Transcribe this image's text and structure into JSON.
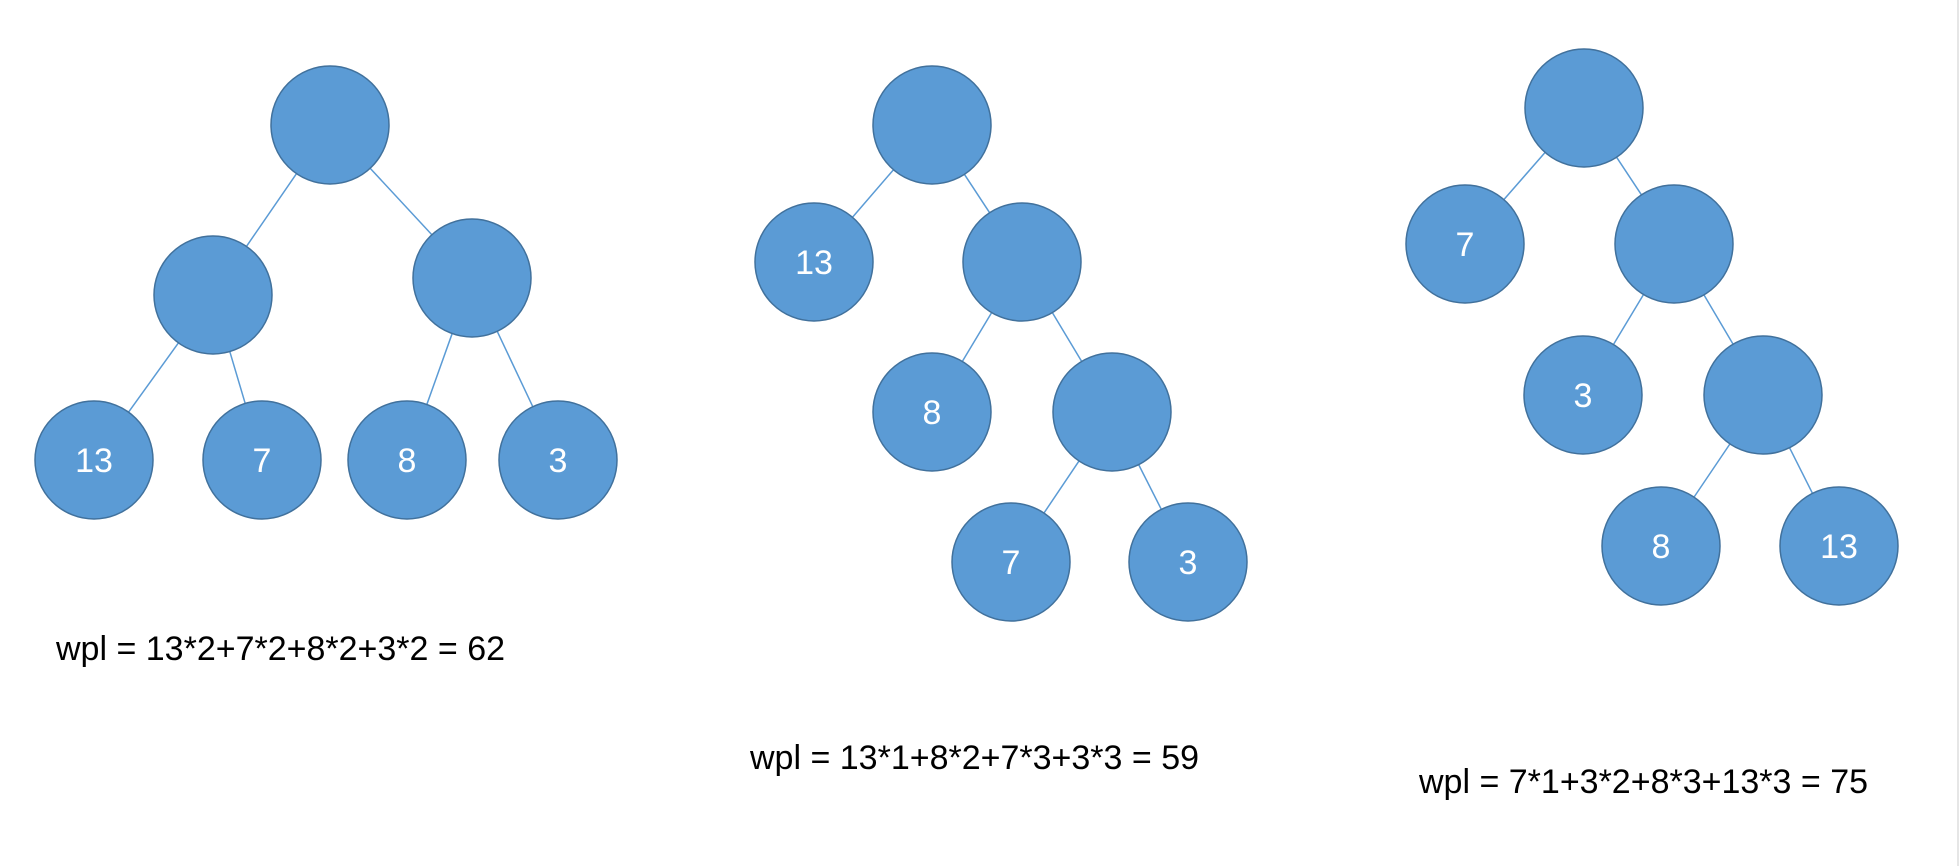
{
  "colors": {
    "node_fill": "#5b9bd5",
    "node_stroke": "#41719c",
    "edge": "#5b9bd5",
    "label": "#ffffff",
    "formula": "#000000"
  },
  "trees": [
    {
      "formula": "wpl = 13*2+7*2+8*2+3*2 = 62",
      "nodes": [
        {
          "id": "r",
          "label": ""
        },
        {
          "id": "a",
          "label": ""
        },
        {
          "id": "b",
          "label": ""
        },
        {
          "id": "l13",
          "label": "13"
        },
        {
          "id": "l7",
          "label": "7"
        },
        {
          "id": "l8",
          "label": "8"
        },
        {
          "id": "l3",
          "label": "3"
        }
      ],
      "edges": [
        [
          "r",
          "a"
        ],
        [
          "r",
          "b"
        ],
        [
          "a",
          "l13"
        ],
        [
          "a",
          "l7"
        ],
        [
          "b",
          "l8"
        ],
        [
          "b",
          "l3"
        ]
      ]
    },
    {
      "formula": "wpl = 13*1+8*2+7*3+3*3 = 59",
      "nodes": [
        {
          "id": "r",
          "label": ""
        },
        {
          "id": "l13",
          "label": "13"
        },
        {
          "id": "a",
          "label": ""
        },
        {
          "id": "l8",
          "label": "8"
        },
        {
          "id": "b",
          "label": ""
        },
        {
          "id": "l7",
          "label": "7"
        },
        {
          "id": "l3",
          "label": "3"
        }
      ],
      "edges": [
        [
          "r",
          "l13"
        ],
        [
          "r",
          "a"
        ],
        [
          "a",
          "l8"
        ],
        [
          "a",
          "b"
        ],
        [
          "b",
          "l7"
        ],
        [
          "b",
          "l3"
        ]
      ]
    },
    {
      "formula": "wpl = 7*1+3*2+8*3+13*3 = 75",
      "nodes": [
        {
          "id": "r",
          "label": ""
        },
        {
          "id": "l7",
          "label": "7"
        },
        {
          "id": "a",
          "label": ""
        },
        {
          "id": "l3",
          "label": "3"
        },
        {
          "id": "b",
          "label": ""
        },
        {
          "id": "l8",
          "label": "8"
        },
        {
          "id": "l13",
          "label": "13"
        }
      ],
      "edges": [
        [
          "r",
          "l7"
        ],
        [
          "r",
          "a"
        ],
        [
          "a",
          "l3"
        ],
        [
          "a",
          "b"
        ],
        [
          "b",
          "l8"
        ],
        [
          "b",
          "l13"
        ]
      ]
    }
  ]
}
